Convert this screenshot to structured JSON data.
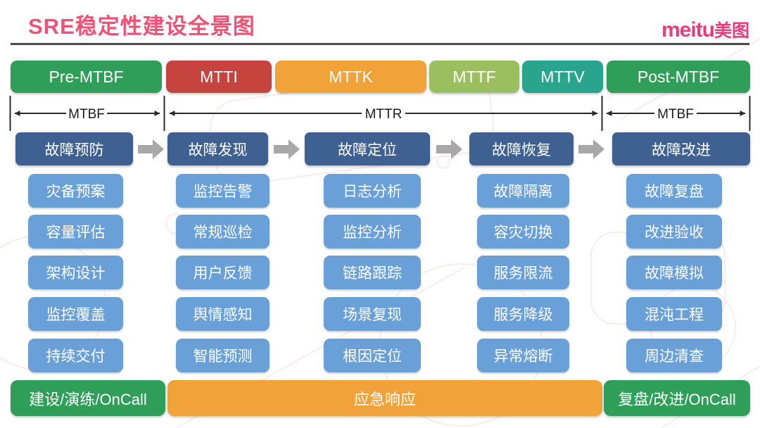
{
  "title": "SRE稳定性建设全景图",
  "logo": {
    "latin": "meitu",
    "cjk": "美图"
  },
  "phases": [
    {
      "label": "Pre-MTBF",
      "color": "#2f9e58"
    },
    {
      "label": "MTTI",
      "color": "#c5453e"
    },
    {
      "label": "MTTK",
      "color": "#f1a33a"
    },
    {
      "label": "MTTF",
      "color": "#9bbf5e"
    },
    {
      "label": "MTTV",
      "color": "#2aa58d"
    },
    {
      "label": "Post-MTBF",
      "color": "#2f9e58"
    }
  ],
  "timeline": {
    "left": "MTBF",
    "middle": "MTTR",
    "right": "MTBF"
  },
  "columns": [
    {
      "header": "故障预防",
      "items": [
        "灾备预案",
        "容量评估",
        "架构设计",
        "监控覆盖",
        "持续交付"
      ]
    },
    {
      "header": "故障发现",
      "items": [
        "监控告警",
        "常规巡检",
        "用户反馈",
        "舆情感知",
        "智能预测"
      ]
    },
    {
      "header": "故障定位",
      "items": [
        "日志分析",
        "监控分析",
        "链路跟踪",
        "场景复现",
        "根因定位"
      ]
    },
    {
      "header": "故障恢复",
      "items": [
        "故障隔离",
        "容灾切换",
        "服务限流",
        "服务降级",
        "异常熔断"
      ]
    },
    {
      "header": "故障改进",
      "items": [
        "故障复盘",
        "改进验收",
        "故障模拟",
        "混沌工程",
        "周边清查"
      ]
    }
  ],
  "footer": {
    "left": "建设/演练/OnCall",
    "middle": "应急响应",
    "right": "复盘/改进/OnCall"
  },
  "colors": {
    "title_pink": "#ef5277",
    "logo_pink": "#e73d7e",
    "green": "#2f9e58",
    "red": "#c5453e",
    "orange": "#f1a33a",
    "light_green": "#9bbf5e",
    "teal": "#2aa58d",
    "header_dark_blue": "#3e6191",
    "item_light_blue": "#6aa0d8",
    "flow_arrow_gray": "#a8a8a8",
    "divider_gray": "#4a4a4a"
  }
}
